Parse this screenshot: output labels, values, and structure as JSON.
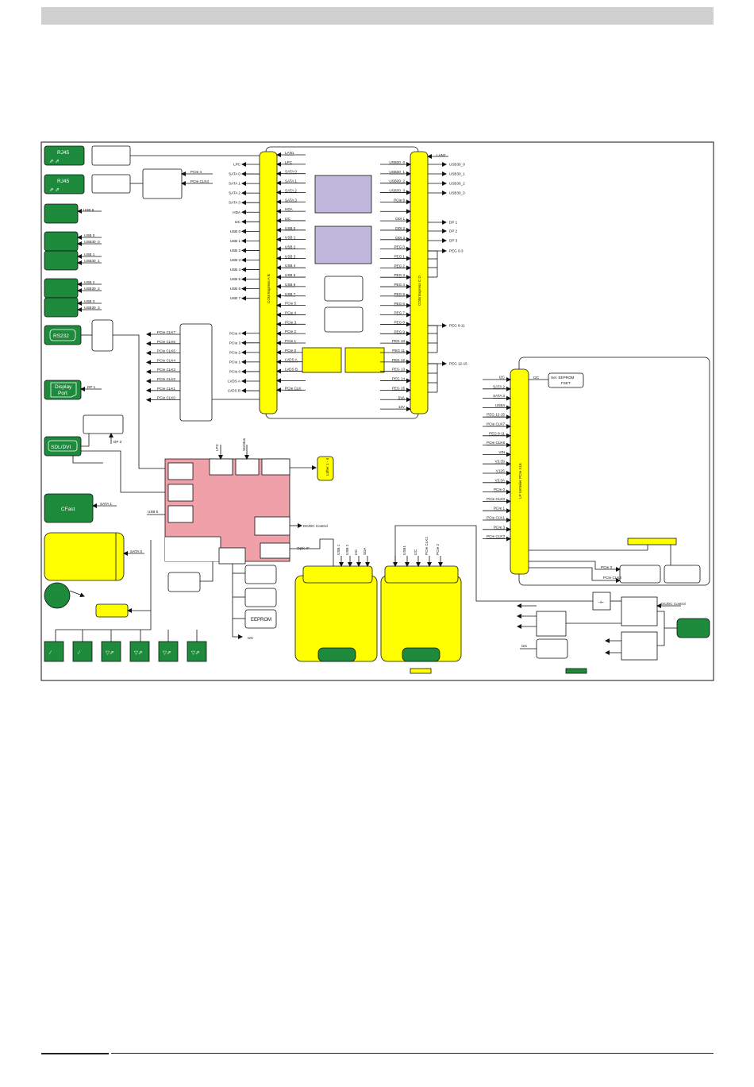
{
  "colors": {
    "header": "#d0d0d0",
    "connector_yellow": "#ffff00",
    "connector_green": "#1e8a3c",
    "pink_block": "#f0a0a8",
    "lavender_block": "#c0b8dc"
  },
  "left_connectors": {
    "rj45_1": "RJ45",
    "rj45_2": "RJ45",
    "rs232": "RS232",
    "displayport_line1": "Display",
    "displayport_line2": "Port",
    "sdl_dvi": "SDL/DVI",
    "cfast": "CFast"
  },
  "left_signals": {
    "usb_6": "USB 6",
    "usb0": "USB 0",
    "usb30_0": "USB30_0",
    "usb1": "USB 1",
    "usb30_1": "USB30_1",
    "usb2": "USB 2",
    "usb30_2": "USB30_2",
    "usb3": "USB 3",
    "usb30_3": "USB30_3",
    "dp1": "DP 1",
    "dp3": "DP 3",
    "sata1": "SATA 1",
    "usb5": "USB 5",
    "sata0": "SATA 0"
  },
  "pcie_small_mux": [
    "PCIe 4",
    "PCIe CLK4"
  ],
  "mid_pcie_clocks": [
    "PCIe CLK7",
    "PCIe CLK6",
    "PCIe CLK5",
    "PCIe CLK4",
    "PCIe CLK3",
    "PCIe CLK2",
    "PCIe CLK1",
    "PCIe CLK0"
  ],
  "com_ab": {
    "label": "COM Express A B",
    "left_pins": [
      "LPC",
      "SATA 0",
      "SATA 1",
      "SATA 2",
      "SATA 3",
      "HDA",
      "I2C",
      "USB 0",
      "USB 1",
      "USB 2",
      "USB 3",
      "USB 4",
      "USB 5",
      "USB 6",
      "USB 7",
      "PCIe 4",
      "PCIe 3",
      "PCIe 2",
      "PCIe 1",
      "PCIe 0",
      "LVDS A",
      "LVDS B"
    ],
    "right_pins": [
      "LAN1",
      "LPC",
      "SATA 0",
      "SATA 1",
      "SATA 2",
      "SATA 3",
      "HDA",
      "I2C",
      "USB 0",
      "USB 1",
      "USB 2",
      "USB 3",
      "USB 4",
      "USB 5",
      "USB 6",
      "USB 7",
      "PCIe 5",
      "PCIe 4",
      "PCIe 3",
      "PCIe 2",
      "PCIe 1",
      "PCIe 0",
      "LVDS A",
      "LVDS B",
      "",
      "PCIe CLK"
    ],
    "ext_right_pins": [
      "LPC",
      "SATA 0",
      "SATA 1",
      "SATA 2",
      "SATA 3",
      "HDA",
      "I2C",
      "USB 0",
      "USB 1",
      "USB 2",
      "USB 3",
      "USB 4",
      "USB 5",
      "USB 6",
      "USB 7",
      "PCIe 4",
      "PCIe 3",
      "PCIe 2",
      "PCIe 1",
      "PCIe 0",
      "LVDS A",
      "LVDS B",
      "",
      "PCIe CLK"
    ]
  },
  "com_cd": {
    "label": "COM Express C D",
    "left_pins": [
      "USB30_0",
      "USB30_1",
      "USB30_2",
      "USB30_3",
      "PCIe 6",
      "",
      "DDI 1",
      "DDI 2",
      "DDI 3",
      "PEG 0",
      "PEG 1",
      "PEG 2",
      "PEG 3",
      "PEG 4",
      "PEG 5",
      "PEG 6",
      "PEG 7",
      "PEG 8",
      "PEG 9",
      "PEG 10",
      "PEG 11",
      "PEG 12",
      "PEG 13",
      "PEG 14",
      "PEG 15",
      "5VA",
      "12V"
    ],
    "lan2": "LAN2",
    "right_outputs": [
      "USB30_0",
      "USB30_1",
      "USB30_2",
      "USB30_3",
      "DP 1",
      "DP 2",
      "DP 3",
      "PEG 0-3",
      "PEG 8-11",
      "PEG 12-15"
    ]
  },
  "luefter": "Lüfter 1 - 4",
  "pink_labels": {
    "lpc": "LPC",
    "smbus": "SM Bus",
    "dcdc": "DC/DC Control",
    "optic": "Optic IF",
    "eeprom": "EEPROM",
    "i2c": "I2C"
  },
  "slot_signals_1": [
    "USB 1",
    "USB 2",
    "I2C",
    "SDA"
  ],
  "slot_signals_2": [
    "USB1",
    "I2C",
    "PCIe CLK2",
    "PCIe 2"
  ],
  "lp_riser": {
    "label": "LP Verteiler PCIe X16",
    "eeprom_line1": "Ser. EEPROM",
    "eeprom_line2": "FSET",
    "i2c_out": "I2C",
    "left_pins": [
      "I2C",
      "SATA 2",
      "SATA 3",
      "USB4",
      "PEG 12-15",
      "PCIe CLK7",
      "PEG 8-11",
      "PCIe CLK6",
      "VIN",
      "V3.3S",
      "V12S",
      "V3.3A",
      "PCIe 0",
      "PCIe CLK0",
      "PCIe 1",
      "PCIe CLK1",
      "PCIe 3",
      "PCIe CLK3"
    ],
    "pcie3": "PCIe 3",
    "pcie_clk3": "PCIe CLK3"
  },
  "power": {
    "dcdc_control": "DC/DC Control",
    "i2c": "I2C"
  }
}
